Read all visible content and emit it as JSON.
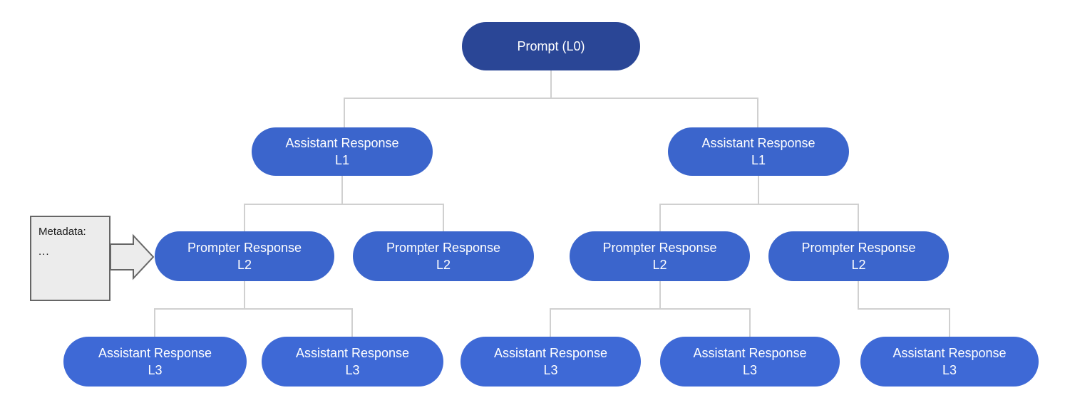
{
  "colors": {
    "root": "#2a4696",
    "node": "#3b65cc",
    "l3": "#3e69d6",
    "nodeText": "#ffffff",
    "connector": "#d0d0d0",
    "calloutFill": "#ececec",
    "calloutBorder": "#666666"
  },
  "nodes": {
    "root": {
      "id": "root",
      "label": "Prompt (L0)"
    },
    "l1": [
      {
        "id": "l1-1",
        "line1": "Assistant Response",
        "line2": "L1"
      },
      {
        "id": "l1-2",
        "line1": "Assistant Response",
        "line2": "L1"
      }
    ],
    "l2": [
      {
        "id": "l2-1",
        "line1": "Prompter Response",
        "line2": "L2"
      },
      {
        "id": "l2-2",
        "line1": "Prompter Response",
        "line2": "L2"
      },
      {
        "id": "l2-3",
        "line1": "Prompter Response",
        "line2": "L2"
      },
      {
        "id": "l2-4",
        "line1": "Prompter Response",
        "line2": "L2"
      }
    ],
    "l3": [
      {
        "id": "l3-1",
        "line1": "Assistant Response",
        "line2": "L3"
      },
      {
        "id": "l3-2",
        "line1": "Assistant Response",
        "line2": "L3"
      },
      {
        "id": "l3-3",
        "line1": "Assistant Response",
        "line2": "L3"
      },
      {
        "id": "l3-4",
        "line1": "Assistant Response",
        "line2": "L3"
      },
      {
        "id": "l3-5",
        "line1": "Assistant Response",
        "line2": "L3"
      }
    ]
  },
  "edges": [
    [
      "root",
      "l1-1"
    ],
    [
      "root",
      "l1-2"
    ],
    [
      "l1-1",
      "l2-1"
    ],
    [
      "l1-1",
      "l2-2"
    ],
    [
      "l1-2",
      "l2-3"
    ],
    [
      "l1-2",
      "l2-4"
    ],
    [
      "l2-1",
      "l3-1"
    ],
    [
      "l2-1",
      "l3-2"
    ],
    [
      "l2-3",
      "l3-3"
    ],
    [
      "l2-3",
      "l3-4"
    ],
    [
      "l2-4",
      "l3-5"
    ]
  ],
  "callout": {
    "title": "Metadata:",
    "body": "..."
  }
}
